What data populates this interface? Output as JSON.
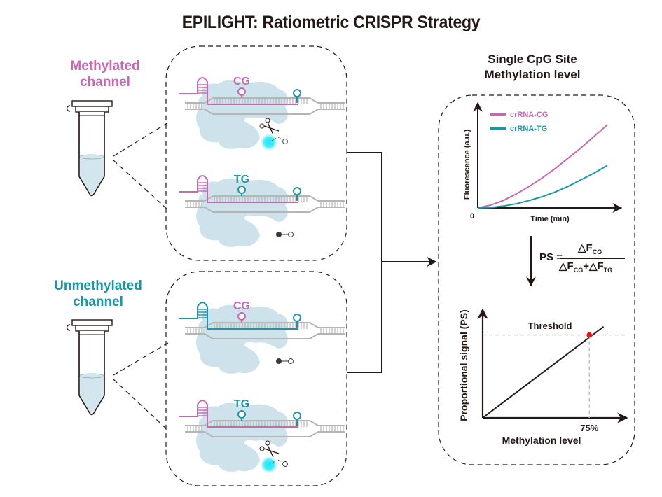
{
  "title": "EPILIGHT: Ratiometric CRISPR Strategy",
  "colors": {
    "methylated": "#c768b0",
    "unmethylated": "#1a96a8",
    "dna": "#b5b5b5",
    "protein": "#cde2ea",
    "fluor_glow": "#22e6f5",
    "threshold_point": "#e8131c",
    "text": "#231815"
  },
  "channels": [
    {
      "label_line1": "Methylated",
      "label_line2": "channel",
      "color_key": "methylated",
      "reactions": [
        {
          "target": "CG",
          "crRNA": "methylated",
          "cleaved": true,
          "signal": "fluorescent"
        },
        {
          "target": "TG",
          "crRNA": "methylated",
          "cleaved": false,
          "signal": "quenched"
        }
      ]
    },
    {
      "label_line1": "Unmethylated",
      "label_line2": "channel",
      "color_key": "unmethylated",
      "reactions": [
        {
          "target": "CG",
          "crRNA": "unmethylated",
          "cleaved": false,
          "signal": "quenched"
        },
        {
          "target": "TG",
          "crRNA": "methylated",
          "cleaved": true,
          "signal": "fluorescent"
        }
      ]
    }
  ],
  "right_panel": {
    "title_line1": "Single CpG Site",
    "title_line2": "Methylation level",
    "formula": {
      "lhs": "PS =",
      "numerator": "△F",
      "numerator_sub": "CG",
      "denominator_a": "△F",
      "denominator_a_sub": "CG",
      "plus": "+",
      "denominator_b": "△F",
      "denominator_b_sub": "TG"
    }
  },
  "chart_data": [
    {
      "type": "line",
      "title": "",
      "xlabel": "Time (min)",
      "ylabel": "Fluorescence (a.u.)",
      "origin_label": "0",
      "xlim": [
        0,
        1
      ],
      "ylim": [
        0,
        1
      ],
      "grid": false,
      "legend_position": "top-left",
      "x": [
        0,
        0.1,
        0.2,
        0.3,
        0.4,
        0.5,
        0.6,
        0.7,
        0.8,
        0.9,
        1.0
      ],
      "series": [
        {
          "name": "crRNA-CG",
          "color_key": "methylated",
          "values": [
            0,
            0.03,
            0.08,
            0.15,
            0.23,
            0.32,
            0.42,
            0.53,
            0.64,
            0.76,
            0.88
          ]
        },
        {
          "name": "crRNA-TG",
          "color_key": "unmethylated",
          "values": [
            0,
            0.005,
            0.02,
            0.045,
            0.08,
            0.12,
            0.17,
            0.23,
            0.3,
            0.37,
            0.45
          ]
        }
      ]
    },
    {
      "type": "line",
      "title": "",
      "xlabel": "Methylation level",
      "ylabel": "Proportional signal (PS)",
      "xlim": [
        0,
        1
      ],
      "ylim": [
        0,
        1
      ],
      "grid": false,
      "x": [
        0,
        0.85
      ],
      "series": [
        {
          "name": "PS",
          "values": [
            0,
            0.88
          ]
        }
      ],
      "annotations": [
        {
          "text": "Threshold",
          "type": "hline",
          "y": 0.8
        },
        {
          "text": "75%",
          "type": "vline",
          "x": 0.75,
          "point": [
            0.75,
            0.8
          ],
          "point_color_key": "threshold_point"
        }
      ]
    }
  ]
}
